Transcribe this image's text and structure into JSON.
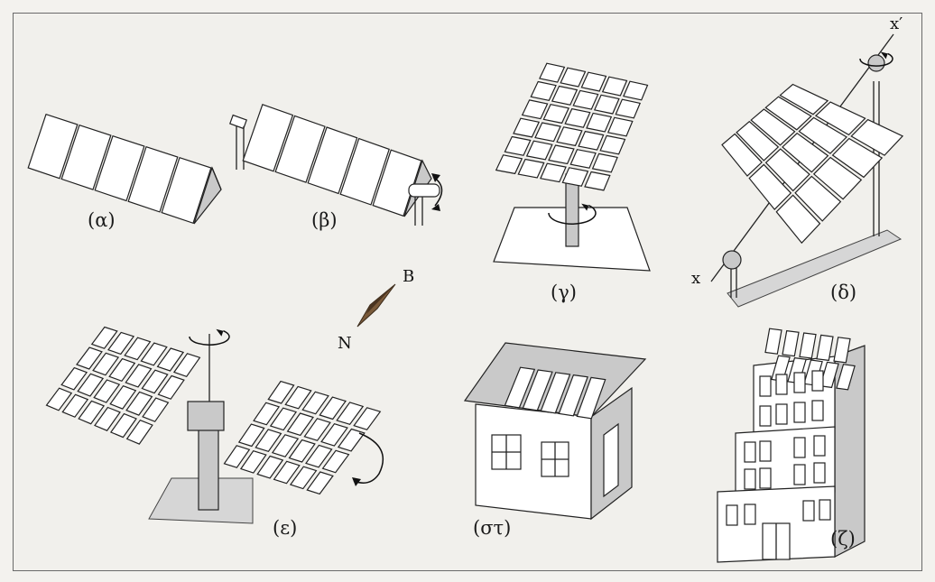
{
  "captions": {
    "a": "(α)",
    "b": "(β)",
    "c": "(γ)",
    "d": "(δ)",
    "e": "(ε)",
    "st": "(στ)",
    "z": "(ζ)"
  },
  "compass": {
    "north": "B",
    "south": "N"
  },
  "axis_labels": {
    "x": "x",
    "x_prime": "x′"
  },
  "colors": {
    "background": "#f1f0ec",
    "panel": "#ffffff",
    "shade": "#c9c9c9",
    "frame": "#6a6a6a"
  }
}
